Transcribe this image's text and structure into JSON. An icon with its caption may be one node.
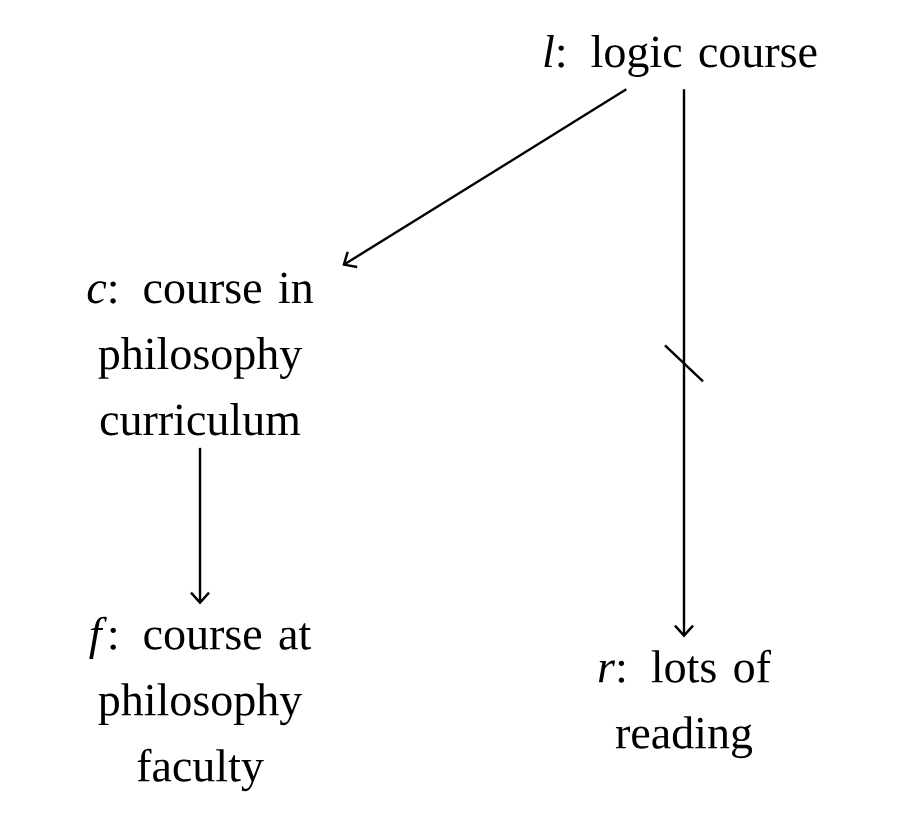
{
  "diagram": {
    "nodes": [
      {
        "text": [
          "*l*: logic course"
        ]
      },
      {
        "text": [
          "*c*: course in philosophy curriculum"
        ]
      },
      {
        "text": [
          "*f*: course at philosophy faculty"
        ]
      },
      {
        "text": [
          "*r*: lots of reading"
        ]
      }
    ],
    "edges": [
      {
        "from": 0,
        "to": 1,
        "arrow": "to"
      },
      {
        "from": 1,
        "to": 2,
        "arrow": "to"
      },
      {
        "from": 0,
        "to": 3,
        "arrow": "to"
      }
    ]
  }
}
